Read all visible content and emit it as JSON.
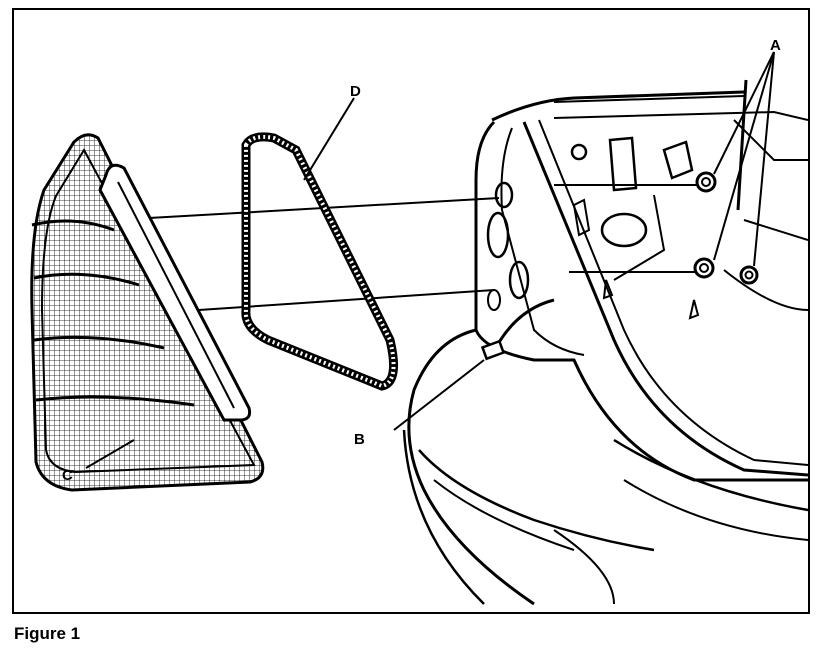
{
  "figure": {
    "caption": "Figure 1",
    "callouts": {
      "a": "A",
      "b": "B",
      "c": "C",
      "d": "D"
    }
  },
  "colors": {
    "ink": "#000000",
    "paper": "#ffffff"
  }
}
